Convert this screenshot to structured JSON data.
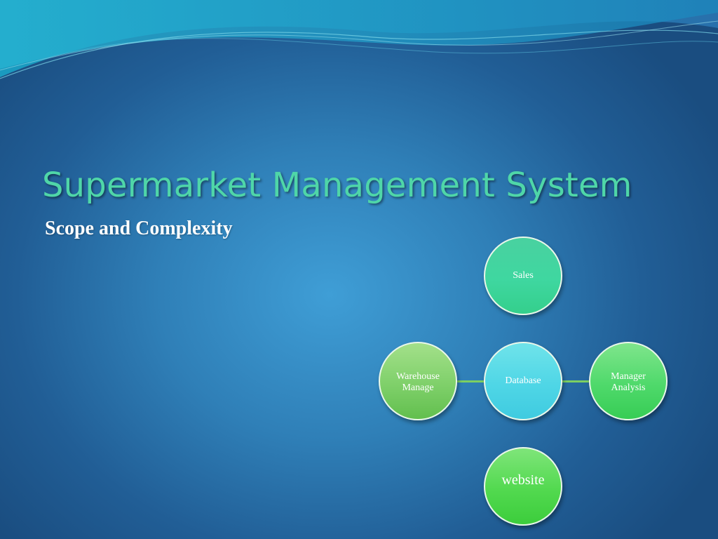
{
  "slide": {
    "title": "Supermarket Management System",
    "subtitle": "Scope and Complexity"
  },
  "diagram": {
    "nodes": {
      "sales": "Sales",
      "database": "Database",
      "warehouse": "Warehouse\nManage",
      "manager": "Manager\nAnalysis",
      "website": "website"
    }
  },
  "colors": {
    "background": "#2f7fb7",
    "title": "#4fd6a8",
    "connector": "#7ccf62",
    "sales_node": "#3fd7a0",
    "database_node": "#4fd6e6",
    "warehouse_node": "#7fd06a",
    "manager_node": "#4fd96b",
    "website_node": "#52d94f"
  }
}
